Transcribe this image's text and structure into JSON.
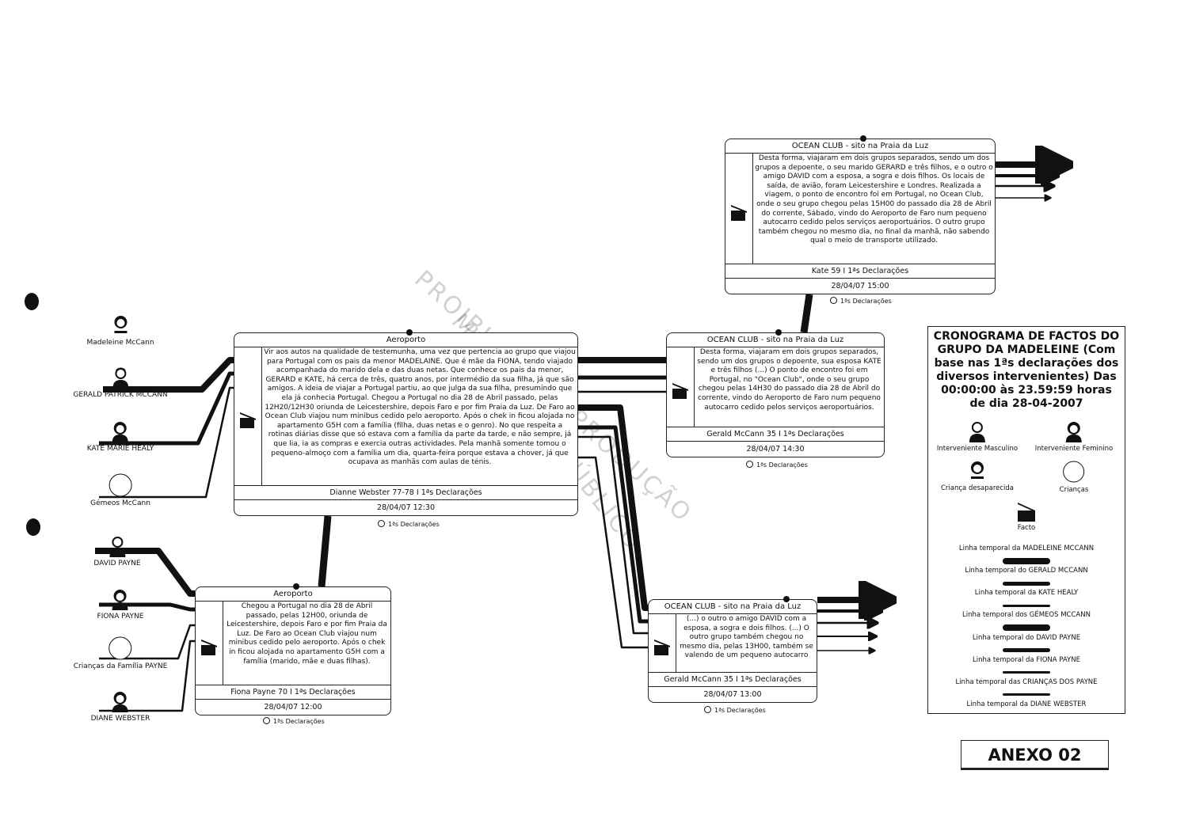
{
  "watermark": [
    "MINISTÉRIO PÚBLICO",
    "PROIBIDA A REPRODUÇÃO"
  ],
  "people": [
    {
      "name": "Madeleine McCann",
      "type": "missing-child"
    },
    {
      "name": "GERALD PATRICK MCCANN",
      "type": "male"
    },
    {
      "name": "KATE MARIE HEALY",
      "type": "female"
    },
    {
      "name": "Gémeos McCann",
      "type": "children"
    },
    {
      "name": "DAVID PAYNE",
      "type": "male"
    },
    {
      "name": "FIONA PAYNE",
      "type": "female"
    },
    {
      "name": "Crianças da Família PAYNE",
      "type": "children"
    },
    {
      "name": "DIANE WEBSTER",
      "type": "female"
    }
  ],
  "facts": [
    {
      "title": "OCEAN CLUB - sito na Praia da Luz",
      "text": "Desta forma, viajaram em dois grupos separados, sendo um dos grupos a depoente, o seu marido GERARD e três filhos, e o outro o amigo DAVID com a esposa, a sogra e dois filhos. Os locais de saída, de avião, foram Leicestershire e Londres. Realizada a viagem, o ponto de encontro foi em Portugal, no Ocean Club, onde o seu grupo chegou pelas 15H00 do passado dia 28 de Abril do corrente, Sábado, vindo do Aeroporto de Faro num pequeno autocarro cedido pelos serviços aeroportuários. O outro grupo também chegou no mesmo dia, no final da manhã, não sabendo qual o meio de transporte utilizado.",
      "source": "Kate 59 I 1ªs Declarações",
      "datetime": "28/04/07 15:00",
      "caption": "1ªs Declarações"
    },
    {
      "title": "Aeroporto",
      "text": "Vir aos autos na qualidade de testemunha, uma vez que pertencia ao grupo que viajou para Portugal com os pais da menor MADELAINE. Que é mãe da FIONA, tendo viajado acompanhada do marido dela e das duas netas. Que conhece os pais da menor, GERARD e KATE, há cerca de três, quatro anos, por intermédio da sua filha, já que são amigos. A ideia de viajar a Portugal partiu, ao que julga da sua filha, presumindo que ela já conhecia Portugal. Chegou a Portugal no dia 28 de Abril passado, pelas 12H20/12H30 oriunda de Leicestershire, depois Faro e por fim Praia da Luz. De Faro ao Ocean Club viajou num minibus cedido pelo aeroporto. Após o chek in ficou alojada no apartamento G5H com a família (filha, duas netas e o genro). No que respeita a rotinas diárias disse que só estava com a família da parte da tarde, e não sempre, já que lia, ia as compras e exercia outras actividades. Pela manhã somente tomou o pequeno-almoço com a família um dia, quarta-feira porque estava a chover, já que ocupava as manhãs com aulas de ténis.",
      "source": "Dianne Webster 77-78 I 1ªs Declarações",
      "datetime": "28/04/07 12:30",
      "caption": "1ªs Declarações"
    },
    {
      "title": "OCEAN CLUB - sito na Praia da Luz",
      "text": "Desta forma, viajaram em dois grupos separados, sendo um dos grupos o depoente, sua esposa KATE e três filhos (...) O ponto de encontro foi em Portugal, no \"Ocean Club\", onde o seu grupo chegou pelas 14H30 do passado dia 28 de Abril do corrente, vindo do Aeroporto de Faro num pequeno autocarro cedido pelos serviços aeroportuários.",
      "source": "Gerald McCann 35 I 1ªs Declarações",
      "datetime": "28/04/07 14:30",
      "caption": "1ªs Declarações"
    },
    {
      "title": "OCEAN CLUB - sito na Praia da Luz",
      "text": "(...) o outro o amigo DAVID com a esposa, a sogra e dois filhos. (...) O outro grupo também chegou no mesmo dia, pelas 13H00, também se valendo de um pequeno autocarro",
      "source": "Gerald McCann 35 I 1ªs Declarações",
      "datetime": "28/04/07 13:00",
      "caption": "1ªs Declarações"
    },
    {
      "title": "Aeroporto",
      "text": "Chegou a Portugal no dia 28 de Abril passado, pelas 12H00, oriunda de Leicestershire, depois Faro e por fim Praia da Luz. De Faro ao Ocean Club viajou num minibus cedido pelo aeroporto. Após o chek in ficou alojada no apartamento G5H com a família (marido, mãe e duas filhas).",
      "source": "Fiona Payne 70 I 1ªs Declarações",
      "datetime": "28/04/07 12:00",
      "caption": "1ªs Declarações"
    }
  ],
  "legend": {
    "title": "CRONOGRAMA DE FACTOS DO GRUPO DA MADELEINE (Com base nas 1ªs declarações dos diversos intervenientes) Das 00:00:00 às 23.59:59 horas de dia 28-04-2007",
    "male": "Interveniente Masculino",
    "female": "Interveniente Feminino",
    "missing": "Criança desaparecida",
    "children": "Crianças",
    "fact": "Facto",
    "timelines": [
      "Linha temporal da MADELEINE MCCANN",
      "Linha temporal do GERALD MCCANN",
      "Linha temporal da KATE HEALY",
      "Linha temporal dos GÉMEOS MCCANN",
      "Linha temporal do DAVID PAYNE",
      "Linha temporal da FIONA PAYNE",
      "Linha temporal das CRIANÇAS DOS PAYNE",
      "Linha temporal da DIANE WEBSTER"
    ]
  },
  "annex": "ANEXO 02"
}
